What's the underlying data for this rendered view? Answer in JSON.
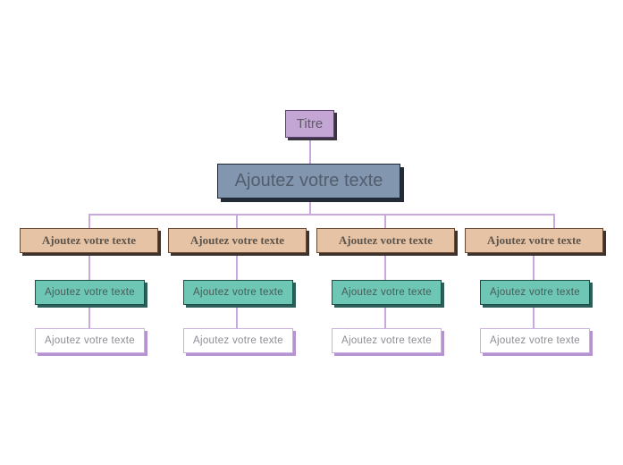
{
  "diagram": {
    "background_color": "#ffffff",
    "connector_color": "#c9a8dd",
    "title_node": {
      "label": "Titre",
      "fill": "#c3a6d4",
      "border": "#5d3f73"
    },
    "root_node": {
      "label": "Ajoutez votre texte",
      "fill": "#8296b0",
      "border": "#1c2638"
    },
    "branches": [
      {
        "level3": {
          "label": "Ajoutez votre texte",
          "fill": "#e6c3a4",
          "border": "#6b4a33"
        },
        "level4": {
          "label": "Ajoutez votre texte",
          "fill": "#6ec6b4",
          "border": "#1f4f49"
        },
        "level5": {
          "label": "Ajoutez votre texte",
          "fill": "#ffffff",
          "border": "#cbb2de"
        }
      },
      {
        "level3": {
          "label": "Ajoutez votre texte",
          "fill": "#e6c3a4",
          "border": "#6b4a33"
        },
        "level4": {
          "label": "Ajoutez votre texte",
          "fill": "#6ec6b4",
          "border": "#1f4f49"
        },
        "level5": {
          "label": "Ajoutez votre texte",
          "fill": "#ffffff",
          "border": "#cbb2de"
        }
      },
      {
        "level3": {
          "label": "Ajoutez votre texte",
          "fill": "#e6c3a4",
          "border": "#6b4a33"
        },
        "level4": {
          "label": "Ajoutez votre texte",
          "fill": "#6ec6b4",
          "border": "#1f4f49"
        },
        "level5": {
          "label": "Ajoutez votre texte",
          "fill": "#ffffff",
          "border": "#cbb2de"
        }
      },
      {
        "level3": {
          "label": "Ajoutez votre texte",
          "fill": "#e6c3a4",
          "border": "#6b4a33"
        },
        "level4": {
          "label": "Ajoutez votre texte",
          "fill": "#6ec6b4",
          "border": "#1f4f49"
        },
        "level5": {
          "label": "Ajoutez votre texte",
          "fill": "#ffffff",
          "border": "#cbb2de"
        }
      }
    ]
  }
}
